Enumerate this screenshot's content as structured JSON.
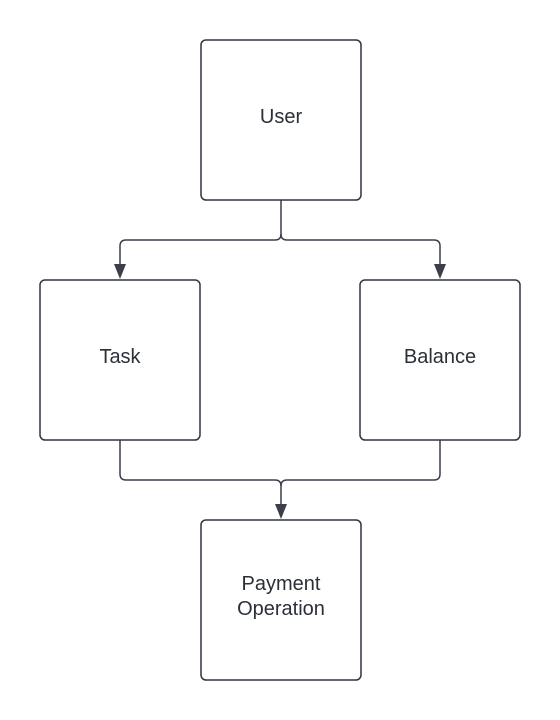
{
  "diagram": {
    "nodes": {
      "user": {
        "label": "User"
      },
      "task": {
        "label": "Task"
      },
      "balance": {
        "label": "Balance"
      },
      "payment": {
        "line1": "Payment",
        "line2": "Operation"
      }
    },
    "edges": [
      {
        "from": "User",
        "to": "Task"
      },
      {
        "from": "User",
        "to": "Balance"
      },
      {
        "from": "Task",
        "to": "Payment Operation"
      },
      {
        "from": "Balance",
        "to": "Payment Operation"
      }
    ],
    "colors": {
      "stroke": "#2f3440",
      "background": "#ffffff"
    }
  }
}
